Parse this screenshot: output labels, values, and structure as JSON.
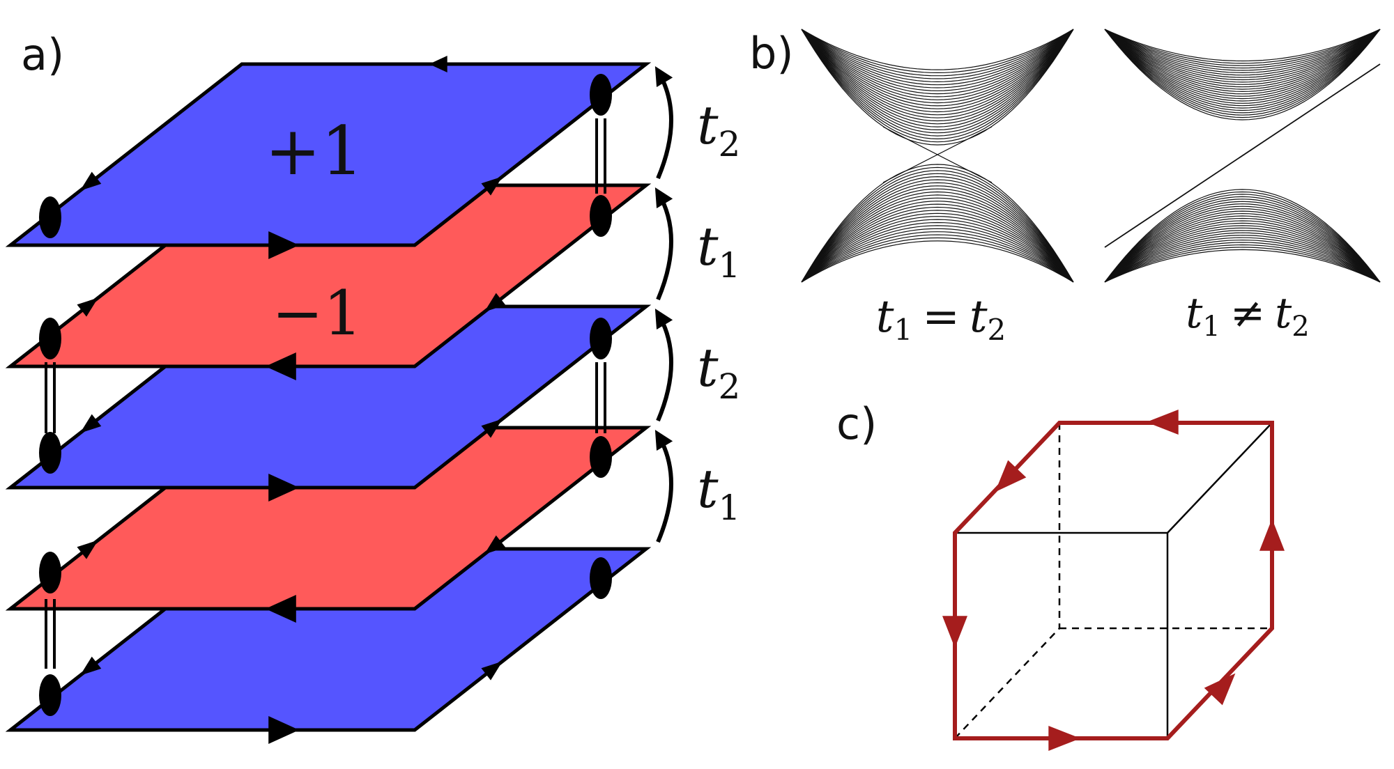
{
  "panel_labels": {
    "a": "a)",
    "b": "b)",
    "c": "c)"
  },
  "layers": {
    "charges": {
      "top": "+1",
      "second": "−1"
    },
    "colors": {
      "positive": "#5555ff",
      "negative": "#ff5a5a",
      "outline": "#000000"
    },
    "count": 5
  },
  "hoppings": [
    {
      "symbol": "t",
      "sub": "2"
    },
    {
      "symbol": "t",
      "sub": "1"
    },
    {
      "symbol": "t",
      "sub": "2"
    },
    {
      "symbol": "t",
      "sub": "1"
    }
  ],
  "spectra": {
    "left": {
      "caption_lhs": "t",
      "caption_lhs_sub": "1",
      "relation": "=",
      "caption_rhs": "t",
      "caption_rhs_sub": "2"
    },
    "right": {
      "caption_lhs": "t",
      "caption_lhs_sub": "1",
      "relation": "≠",
      "caption_rhs": "t",
      "caption_rhs_sub": "2"
    }
  },
  "cube": {
    "path_color": "#a51d1d",
    "edge_color": "#000000"
  }
}
